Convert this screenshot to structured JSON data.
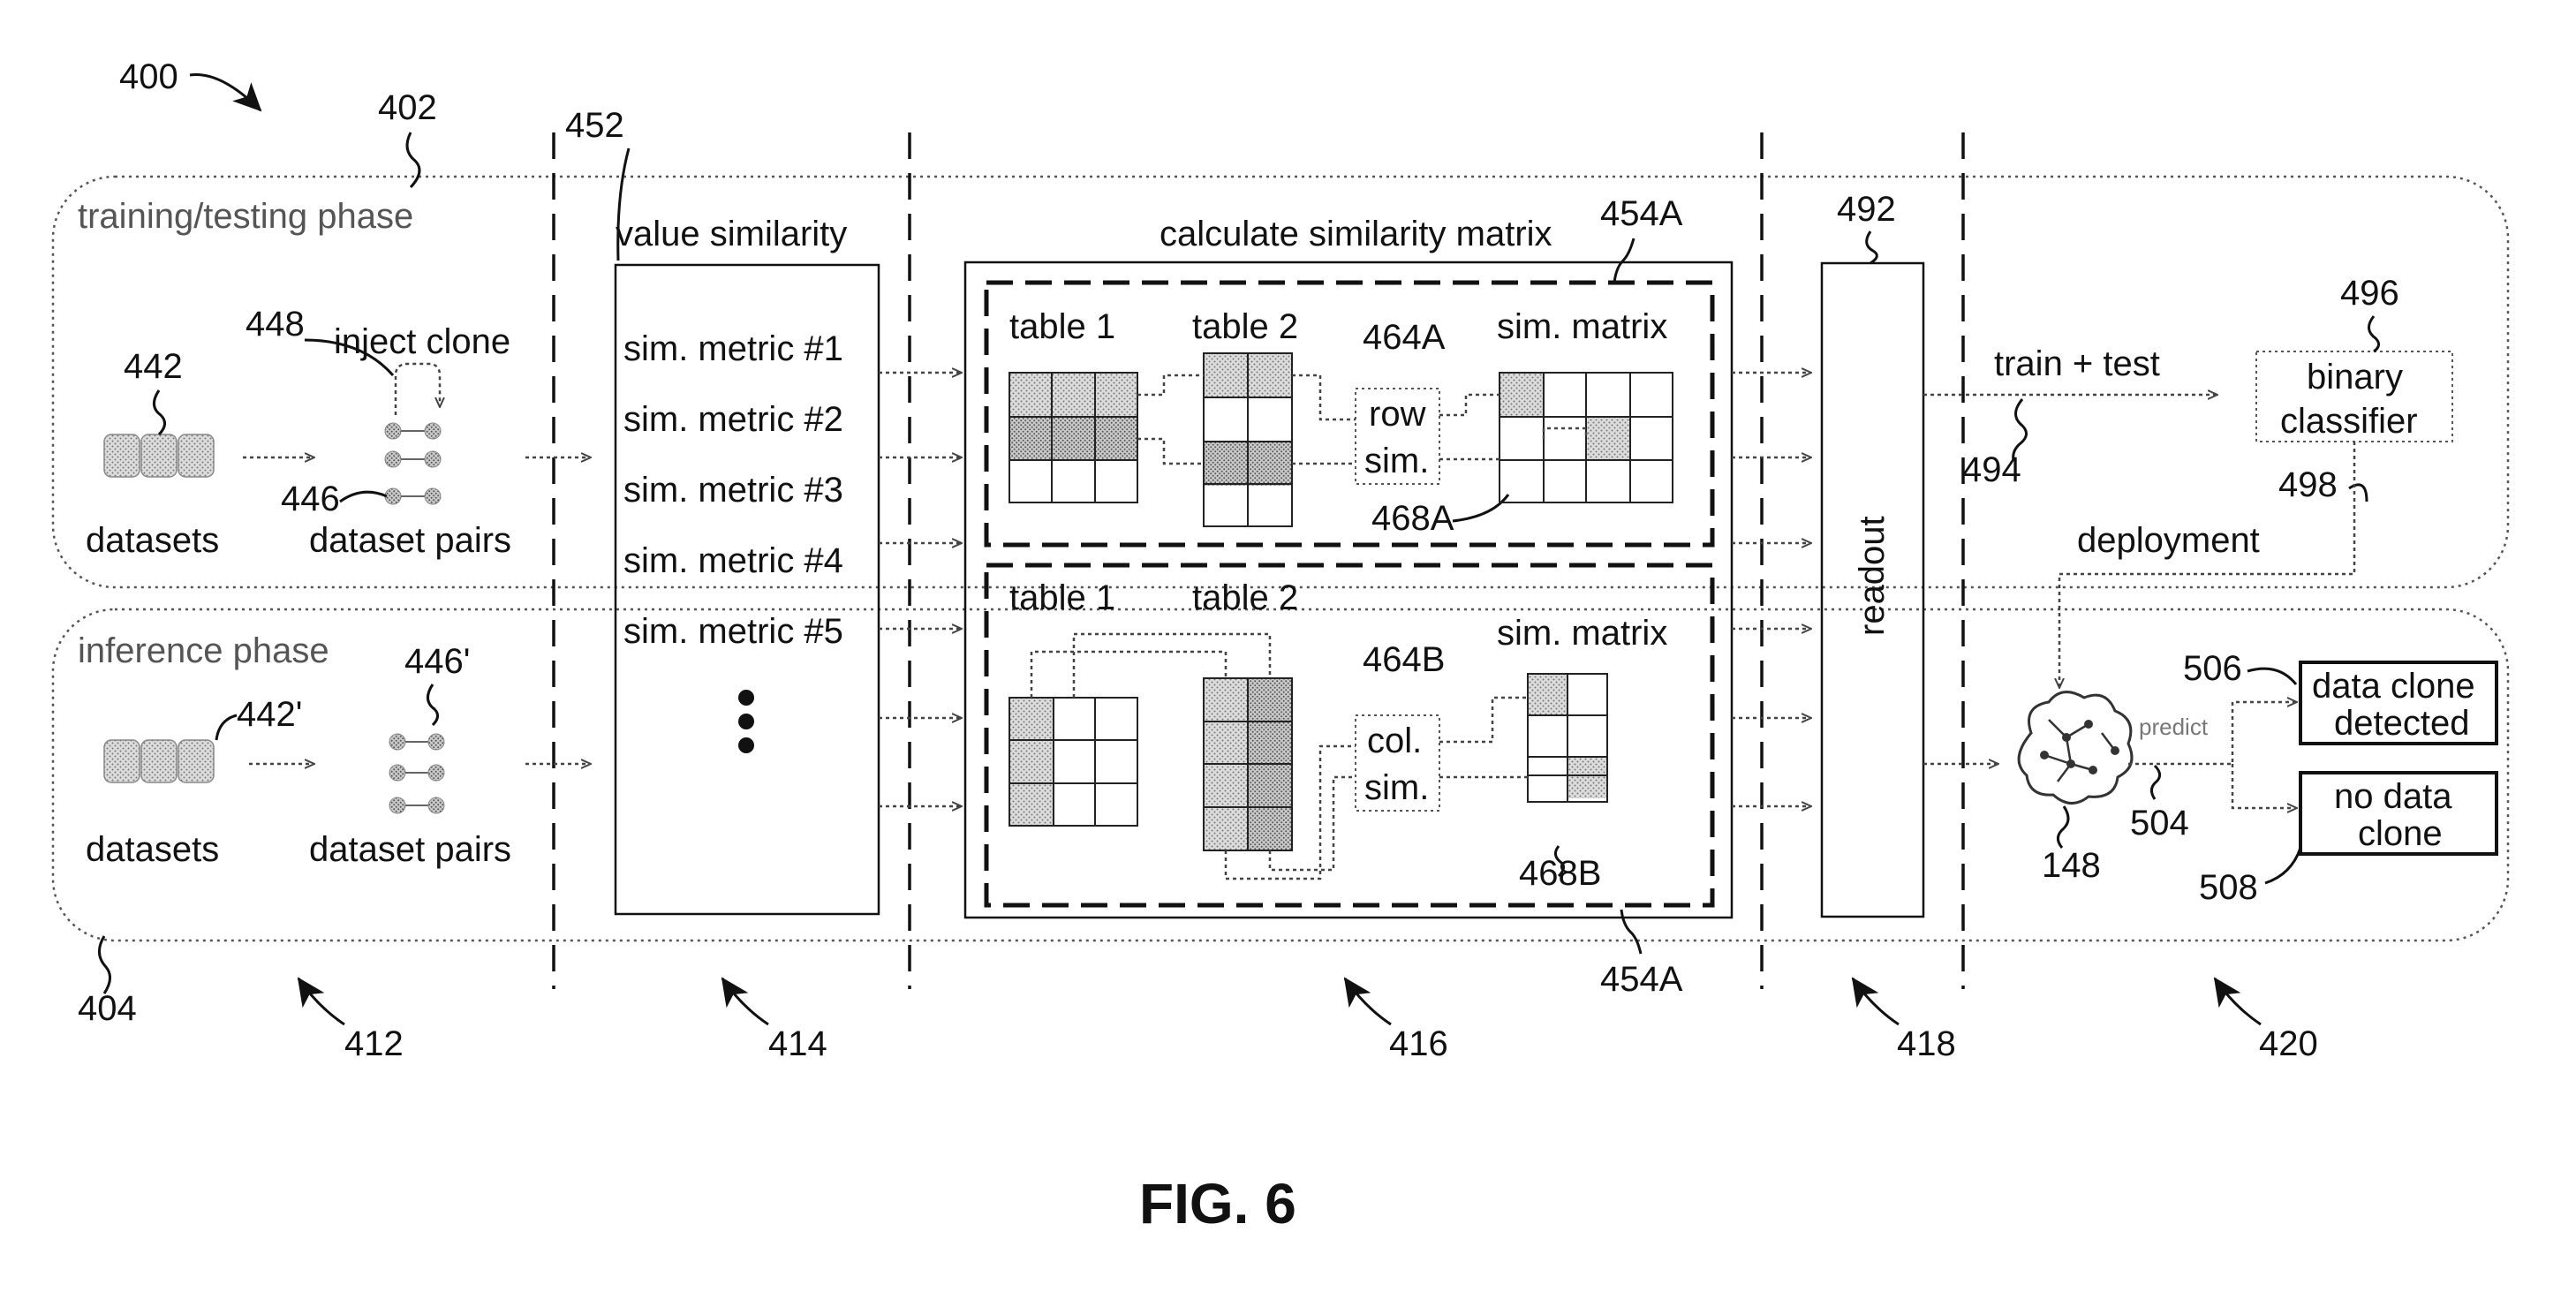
{
  "figure": {
    "number": "400",
    "caption": "FIG. 6"
  },
  "phases": {
    "training": {
      "ref": "402",
      "label": "training/testing phase"
    },
    "inference": {
      "ref": "404",
      "label": "inference phase"
    }
  },
  "stages": {
    "s412": "412",
    "s414": "414",
    "s416": "416",
    "s418": "418",
    "s420": "420"
  },
  "datasets": {
    "train_ref": "442",
    "infer_ref": "442'",
    "train_label": "datasets",
    "infer_label": "datasets"
  },
  "pairs": {
    "train_ref": "446",
    "infer_ref": "446'",
    "train_label": "dataset pairs",
    "infer_label": "dataset pairs",
    "inject_ref": "448",
    "inject_label": "inject clone"
  },
  "value_similarity": {
    "ref": "452",
    "title": "value similarity",
    "metrics": [
      "sim. metric #1",
      "sim. metric #2",
      "sim. metric #3",
      "sim. metric #4",
      "sim. metric #5"
    ]
  },
  "similarity_matrix": {
    "title": "calculate similarity matrix",
    "ref_top": "454A",
    "ref_bottom": "454A",
    "row_block": {
      "table1": "table 1",
      "table2": "table 2",
      "sim_ref": "464A",
      "sim_line1": "row",
      "sim_line2": "sim.",
      "matrix": "sim. matrix",
      "matrix_ref": "468A"
    },
    "col_block": {
      "table1": "table 1",
      "table2": "table 2",
      "sim_ref": "464B",
      "sim_line1": "col.",
      "sim_line2": "sim.",
      "matrix": "sim. matrix",
      "matrix_ref": "468B"
    }
  },
  "readout": {
    "ref": "492",
    "label": "readout"
  },
  "training": {
    "arrow_label": "train + test",
    "arrow_ref": "494",
    "classifier_ref": "496",
    "classifier_line1": "binary",
    "classifier_line2": "classifier",
    "deploy_ref": "498",
    "deploy_label": "deployment"
  },
  "inference": {
    "model_ref": "148",
    "predict_label": "predict",
    "predict_ref": "504",
    "detected_ref": "506",
    "detected_line1": "data clone",
    "detected_line2": "detected",
    "noclone_ref": "508",
    "noclone_line1": "no data",
    "noclone_line2": "clone"
  }
}
